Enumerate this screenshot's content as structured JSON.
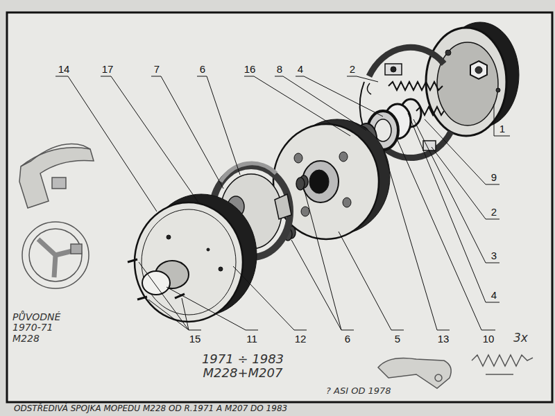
{
  "diagram": {
    "caption": "ODSTŘEDIVÁ SPOJKA MOPEDU M228 OD R.1971 A M207 DO 1983",
    "labels": [
      "14",
      "17",
      "7",
      "6",
      "16",
      "8",
      "4",
      "2",
      "1",
      "9",
      "2",
      "3",
      "4",
      "10",
      "13",
      "5",
      "6",
      "12",
      "11",
      "15",
      "3x",
      "PŮVODNÉ 1970-71 M228",
      "1971 ÷ 1983 M228+M207",
      "? ASI OD 1978"
    ]
  }
}
